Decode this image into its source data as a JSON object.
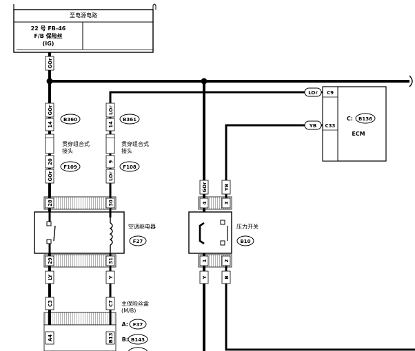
{
  "fuse_box": {
    "title": "至电源电路",
    "fuse_no": "22 号 FB-46",
    "fuse_name": "F/B 保险丝",
    "fuse_circuit": "(IG)"
  },
  "wire_colors": {
    "gor_top": "GOr",
    "gor_b360": "GOr",
    "lor_b361": "LOr",
    "gor_f109": "GOr",
    "lor_f108": "LOr",
    "gor_pressure": "GOr",
    "yb_pressure": "YB",
    "ly_low": "LY",
    "y_low": "Y",
    "y_pressure_low": "Y",
    "b_pressure_low": "B",
    "lor_ecm": "LOr",
    "yb_ecm": "YB"
  },
  "connectors": {
    "b360": "B360",
    "b361": "B361",
    "f109": "F109",
    "f108": "F108",
    "f27": "F27",
    "b10": "B10",
    "f37": "F37",
    "b143": "B143",
    "b136": "B136"
  },
  "pins": {
    "p14a": "14",
    "p14b": "14",
    "p20": "20",
    "p9": "9",
    "p28": "28",
    "p30": "30",
    "p29": "29",
    "p31": "31",
    "p4": "4",
    "p3": "3",
    "p1": "1",
    "p2": "2",
    "c3": "C3",
    "c7": "C7",
    "a4": "A4",
    "b13": "B13",
    "c9": "C9",
    "c33": "C33"
  },
  "labels": {
    "joint_connector_left": "贯穿组合式\n接头",
    "joint_connector_right": "贯穿组合式\n接头",
    "ac_relay": "空调继电器",
    "pressure_switch": "压力开关",
    "main_fuse_box": "主保险丝盒\n(M/B)",
    "prefix_a": "A:",
    "prefix_b": "B:",
    "ecm_prefix": "C:",
    "ecm_name": "ECM"
  },
  "colors": {
    "line": "#000000",
    "background": "#ffffff",
    "relay_fill": "#ffffff"
  }
}
